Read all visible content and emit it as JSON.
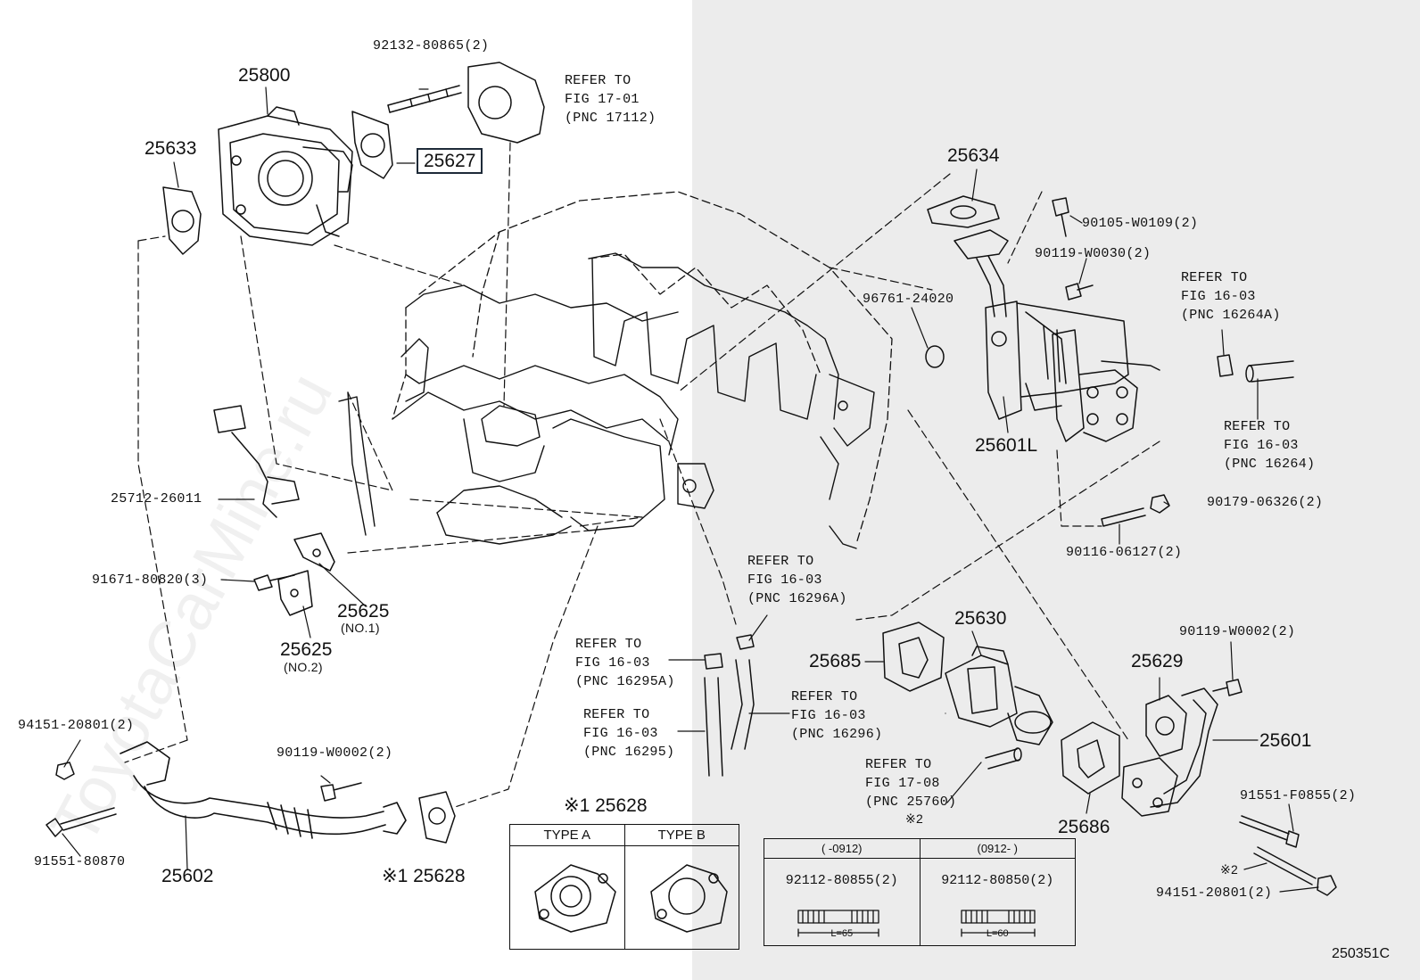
{
  "watermark": "ToyotaCarMine.ru",
  "figure_code": "250351C",
  "labels": {
    "p25800": "25800",
    "p92132": "92132-80865(2)",
    "p25627": "25627",
    "p25633": "25633",
    "p25634": "25634",
    "p90105": "90105-W0109(2)",
    "p90119_w0030": "90119-W0030(2)",
    "p96761": "96761-24020",
    "p25601L": "25601L",
    "p90179": "90179-06326(2)",
    "p90116": "90116-06127(2)",
    "p25712": "25712-26011",
    "p91671": "91671-80820(3)",
    "p25625_1": "25625",
    "p25625_1_sub": "(NO.1)",
    "p25625_2": "25625",
    "p25625_2_sub": "(NO.2)",
    "p25630": "25630",
    "p25685": "25685",
    "p25629": "25629",
    "p90119_w0002_r": "90119-W0002(2)",
    "p25601": "25601",
    "p94151_l": "94151-20801(2)",
    "p90119_w0002_l": "90119-W0002(2)",
    "p91551_80870": "91551-80870",
    "p25602": "25602",
    "p25628_bottom": "※1 25628",
    "p25686": "25686",
    "p91551_f0855": "91551-F0855(2)",
    "p94151_r": "94151-20801(2)",
    "mark2_right": "※2",
    "mark2_table": "※2"
  },
  "refs": [
    {
      "id": "ref-17112",
      "lines": [
        "REFER TO",
        "FIG 17-01",
        "(PNC 17112)"
      ]
    },
    {
      "id": "ref-16264A",
      "lines": [
        "REFER TO",
        "FIG 16-03",
        "(PNC 16264A)"
      ]
    },
    {
      "id": "ref-16264",
      "lines": [
        "REFER TO",
        "FIG 16-03",
        "(PNC 16264)"
      ]
    },
    {
      "id": "ref-16296A",
      "lines": [
        "REFER TO",
        "FIG 16-03",
        "(PNC 16296A)"
      ]
    },
    {
      "id": "ref-16295A",
      "lines": [
        "REFER TO",
        "FIG 16-03",
        "(PNC 16295A)"
      ]
    },
    {
      "id": "ref-16295",
      "lines": [
        "REFER TO",
        "FIG 16-03",
        "(PNC 16295)"
      ]
    },
    {
      "id": "ref-16296",
      "lines": [
        "REFER TO",
        "FIG 16-03",
        "(PNC 16296)"
      ]
    },
    {
      "id": "ref-25760",
      "lines": [
        "REFER TO",
        "FIG 17-08",
        "(PNC 25760)"
      ]
    }
  ],
  "type_table": {
    "title": "※1 25628",
    "type_a": "TYPE A",
    "type_b": "TYPE B"
  },
  "stud_table": {
    "col1_range": "(      -0912)",
    "col2_range": "(0912-      )",
    "col1_part": "92112-80855(2)",
    "col2_part": "92112-80850(2)",
    "col1_len": "L=65",
    "col2_len": "L=60"
  }
}
